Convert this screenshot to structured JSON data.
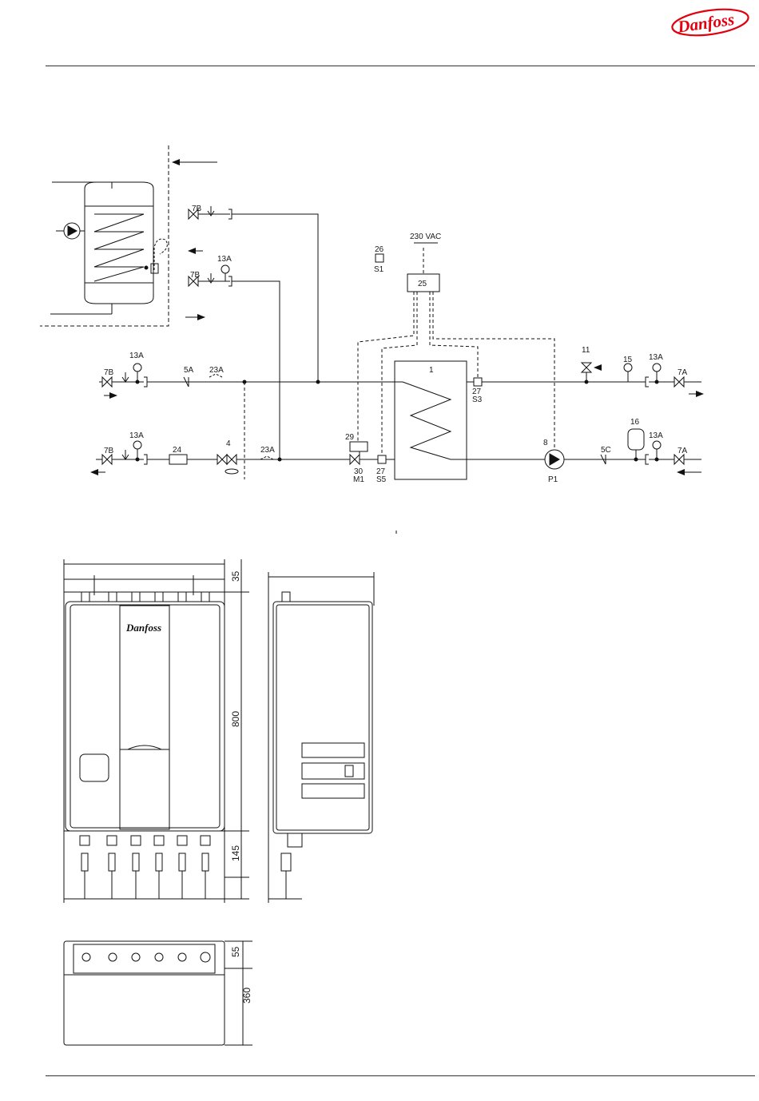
{
  "brand": {
    "name": "Danfoss",
    "color": "#e2000f"
  },
  "schematic": {
    "supply_voltage": "230  VAC",
    "components": {
      "heat_exchanger": "1",
      "zone_valve": "4",
      "strainer_primary": "5A",
      "strainer_secondary": "5C",
      "ball_valve_outlet": "7A",
      "ball_valve_inlet": "7B",
      "pump": "8",
      "safety_valve": "11",
      "thermometer": "13A",
      "manometer": "15",
      "expansion_vessel": "16",
      "bypass": "23A",
      "heat_meter": "24",
      "controller": "25",
      "outdoor_sensor": "26",
      "sensor": "27",
      "actuator": "29",
      "control_valve": "30"
    },
    "signals": {
      "outdoor_sensor": "S1",
      "supply_sensor": "S3",
      "return_sensor": "S5",
      "actuator": "M1",
      "pump": "P1"
    }
  },
  "drawing": {
    "dimensions": {
      "top": "35",
      "height": "800",
      "bottom": "145",
      "depth_top": "55",
      "depth": "360"
    }
  }
}
